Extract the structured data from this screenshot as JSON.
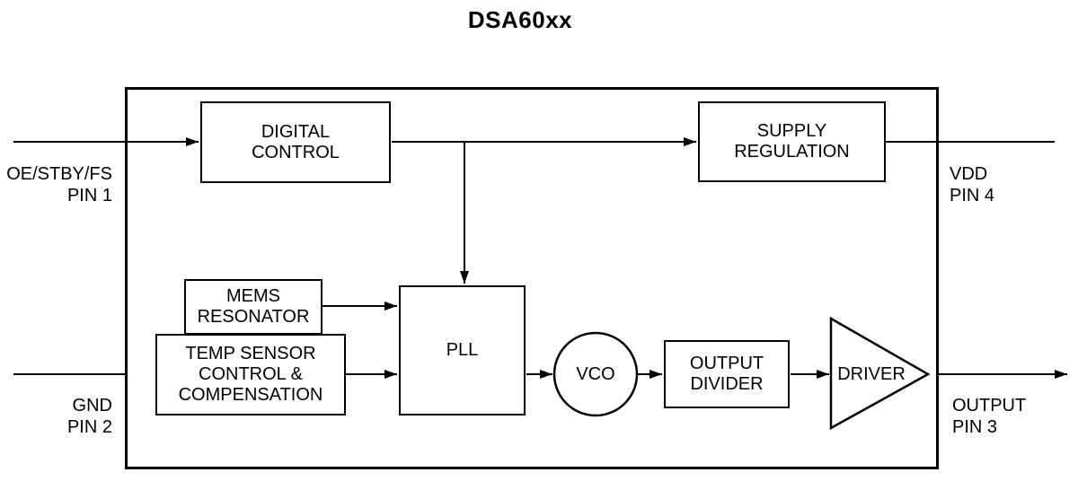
{
  "title": "DSA60xx",
  "colors": {
    "line": "#000000",
    "background": "#ffffff",
    "text": "#000000"
  },
  "blocks": {
    "digital_control": "DIGITAL\nCONTROL",
    "supply_regulation": "SUPPLY\nREGULATION",
    "mems_resonator": "MEMS\nRESONATOR",
    "temp_sensor": "TEMP SENSOR\nCONTROL &\nCOMPENSATION",
    "pll": "PLL",
    "vco": "VCO",
    "output_divider": "OUTPUT\nDIVIDER",
    "driver": "DRIVER"
  },
  "pins": {
    "pin1": "OE/STBY/FS\nPIN 1",
    "pin2": "GND\nPIN 2",
    "pin3": "OUTPUT\nPIN 3",
    "pin4": "VDD\nPIN 4"
  }
}
